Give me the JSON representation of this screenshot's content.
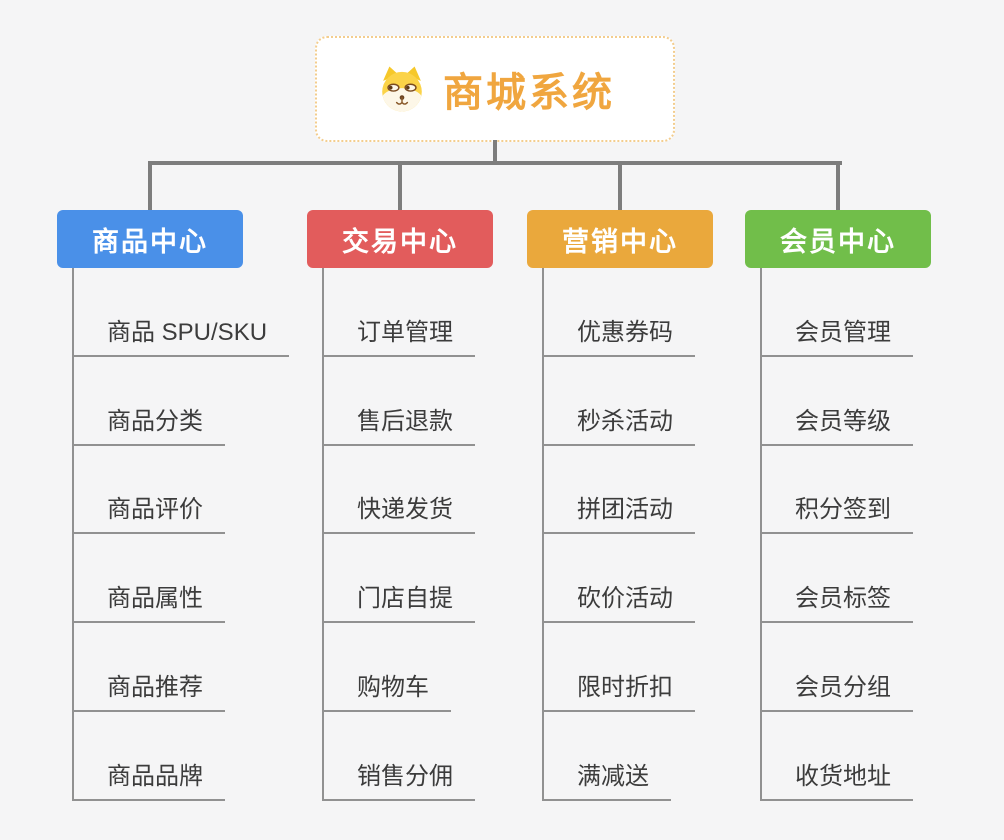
{
  "app": {
    "type": "mind-map",
    "background_color": "#f5f5f6",
    "connector_color": "#7d7d7d",
    "leaf_line_color": "#919191"
  },
  "root": {
    "label": "商城系统",
    "icon": "shiba-dog-icon",
    "text_color": "#f0a63f",
    "border_color": "#f3cd8e"
  },
  "branches": [
    {
      "label": "商品中心",
      "color": "#4a90e8",
      "children": [
        "商品 SPU/SKU",
        "商品分类",
        "商品评价",
        "商品属性",
        "商品推荐",
        "商品品牌"
      ]
    },
    {
      "label": "交易中心",
      "color": "#e25c5c",
      "children": [
        "订单管理",
        "售后退款",
        "快递发货",
        "门店自提",
        "购物车",
        "销售分佣"
      ]
    },
    {
      "label": "营销中心",
      "color": "#eaa83c",
      "children": [
        "优惠券码",
        "秒杀活动",
        "拼团活动",
        "砍价活动",
        "限时折扣",
        "满减送"
      ]
    },
    {
      "label": "会员中心",
      "color": "#71be4a",
      "children": [
        "会员管理",
        "会员等级",
        "积分签到",
        "会员标签",
        "会员分组",
        "收货地址"
      ]
    }
  ]
}
